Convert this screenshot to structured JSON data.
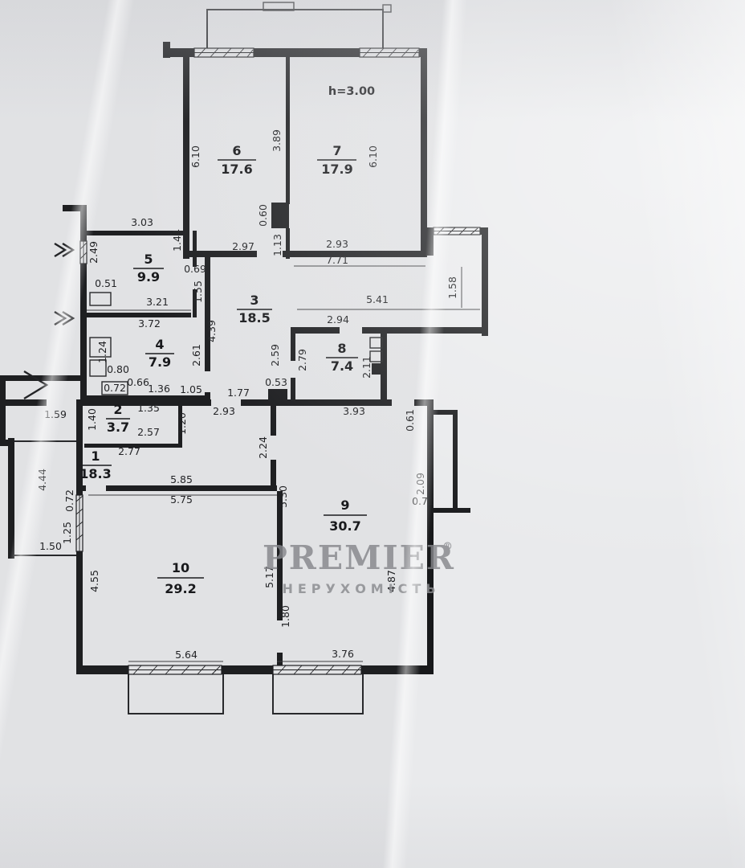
{
  "height_note": "h=3.00",
  "watermark": {
    "brand": "PREMIER",
    "reg": "®",
    "subtitle": "НЕРУХОМІСТЬ"
  },
  "rooms": [
    {
      "num": "1",
      "area": "18.3"
    },
    {
      "num": "2",
      "area": "3.7"
    },
    {
      "num": "3",
      "area": "18.5"
    },
    {
      "num": "4",
      "area": "7.9"
    },
    {
      "num": "5",
      "area": "9.9"
    },
    {
      "num": "6",
      "area": "17.6"
    },
    {
      "num": "7",
      "area": "17.9"
    },
    {
      "num": "8",
      "area": "7.4"
    },
    {
      "num": "9",
      "area": "30.7"
    },
    {
      "num": "10",
      "area": "29.2"
    }
  ],
  "dims": [
    "6.10",
    "3.89",
    "6.10",
    "0.60",
    "1.13",
    "2.97",
    "2.93",
    "7.71",
    "3.03",
    "1.44",
    "2.49",
    "0.51",
    "3.21",
    "0.69",
    "1.55",
    "4.39",
    "5.41",
    "2.94",
    "1.58",
    "2.59",
    "2.79",
    "2.11",
    "3.72",
    "1.24",
    "2.61",
    "0.80",
    "0.66",
    "1.36",
    "0.72",
    "1.05",
    "1.77",
    "0.53",
    "2.93",
    "3.93",
    "0.61",
    "1.59",
    "1.35",
    "2.57",
    "1.40",
    "1.20",
    "2.77",
    "5.85",
    "5.75",
    "2.24",
    "4.44",
    "0.72",
    "5.30",
    "2.09",
    "0.71",
    "4.87",
    "1.25",
    "1.50",
    "4.55",
    "5.17",
    "1.80",
    "5.64",
    "3.76"
  ]
}
